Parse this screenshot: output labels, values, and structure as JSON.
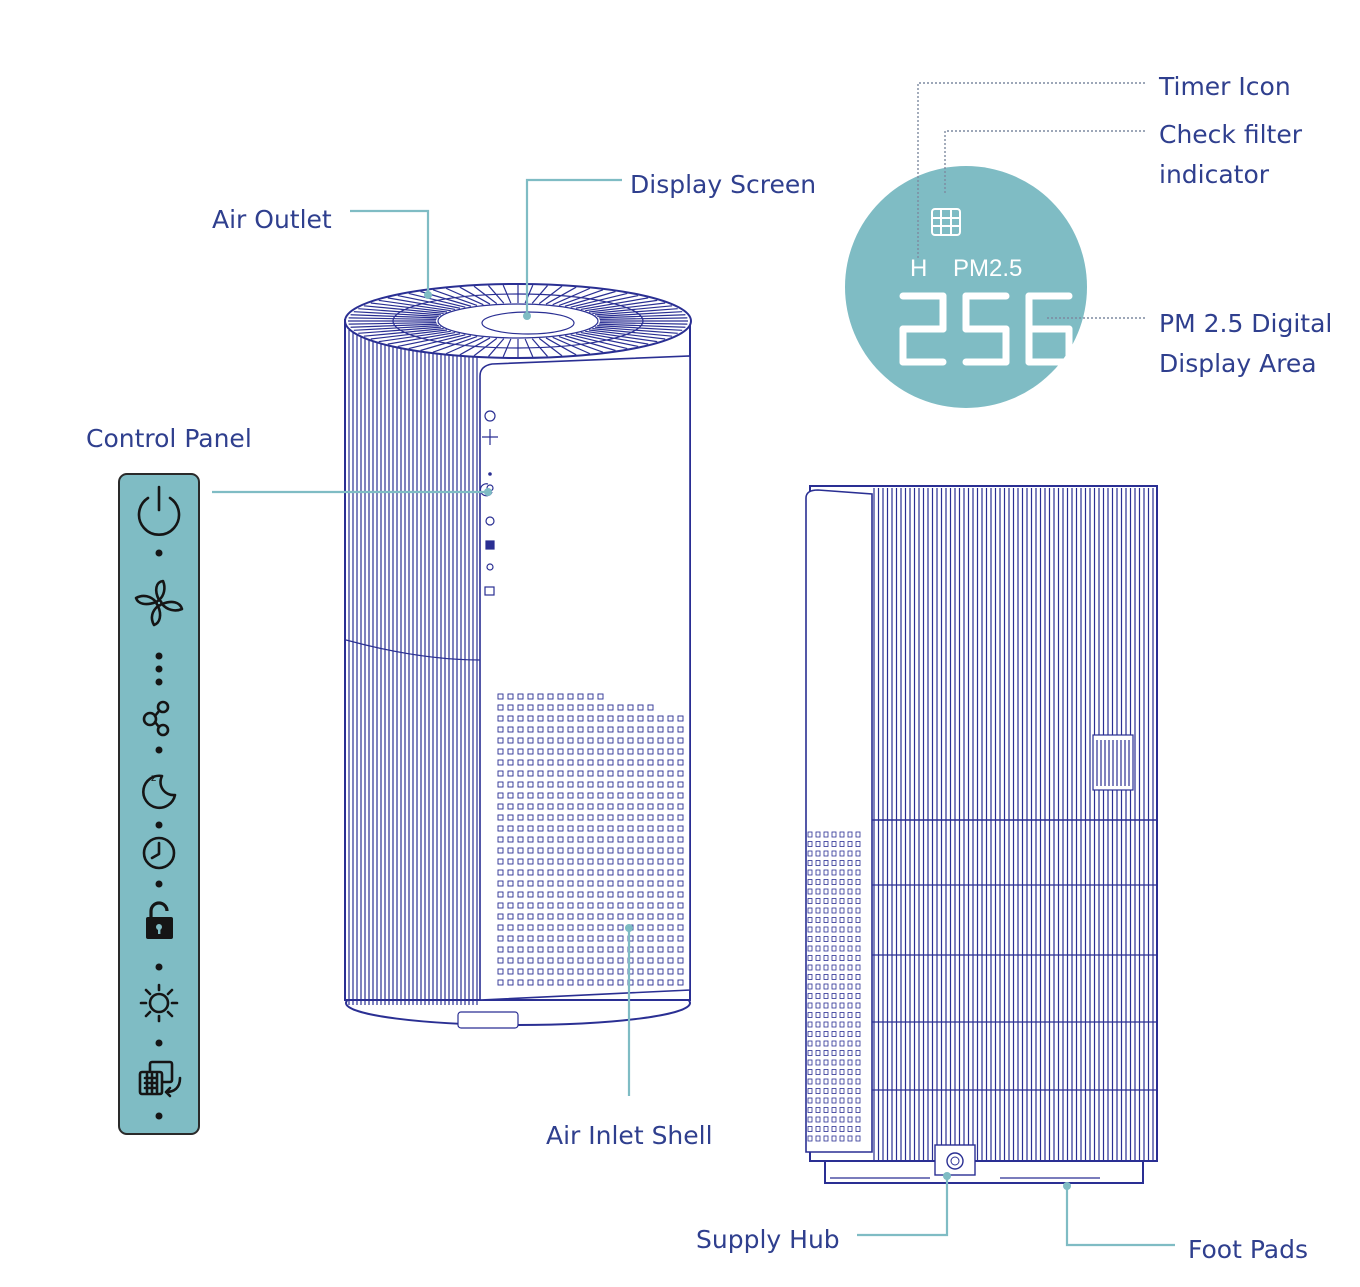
{
  "labels": {
    "air_outlet": "Air Outlet",
    "display_screen": "Display Screen",
    "control_panel": "Control Panel",
    "air_inlet_shell": "Air Inlet Shell",
    "supply_hub": "Supply Hub",
    "foot_pads": "Foot Pads",
    "timer_icon": "Timer Icon",
    "check_filter_line1": "Check filter",
    "check_filter_line2": "indicator",
    "pm_area_line1": "PM 2.5 Digital",
    "pm_area_line2": "Display Area"
  },
  "display": {
    "mode": "H",
    "unit": "PM2.5",
    "value": "256"
  },
  "control_panel_icons": [
    "power-icon",
    "fan-icon",
    "fan-speed-dots-icon",
    "auto-mode-icon",
    "sleep-icon",
    "timer-icon",
    "lock-icon",
    "brightness-icon",
    "filter-reset-icon"
  ],
  "colors": {
    "teal": "#7fbcc4",
    "line_art": "#2a2f93",
    "label_text": "#2f3f8e"
  }
}
